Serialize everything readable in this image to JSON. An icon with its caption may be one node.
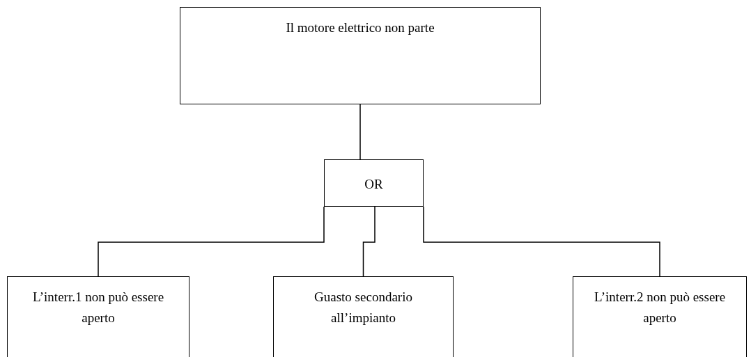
{
  "diagram": {
    "nodes": [
      {
        "text": [
          "Il motore elettrico non parte"
        ]
      },
      {
        "text": [
          "OR"
        ]
      },
      {
        "text": [
          "L’interr.1 non può essere aperto"
        ]
      },
      {
        "text": [
          "Guasto secondario all’impianto"
        ]
      },
      {
        "text": [
          "L’interr.2 non può essere aperto"
        ]
      }
    ],
    "edges": [
      {
        "from": 0,
        "to": 1,
        "arrow": "none"
      },
      {
        "from": 1,
        "to": 2,
        "arrow": "none"
      },
      {
        "from": 1,
        "to": 3,
        "arrow": "none"
      },
      {
        "from": 1,
        "to": 4,
        "arrow": "none"
      }
    ]
  }
}
